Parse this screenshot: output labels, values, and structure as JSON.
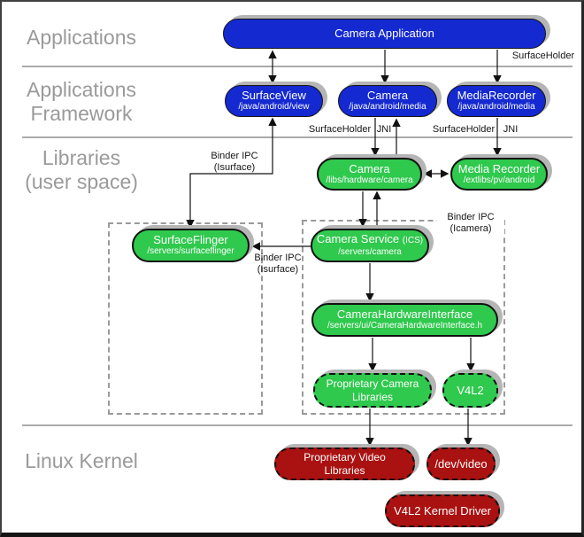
{
  "colors": {
    "node_blue": "#1429d0",
    "node_green": "#2fc94d",
    "node_red": "#aa1111",
    "shadow": "#b5b5b5",
    "divider": "#ababab",
    "layer_label": "#9a9a9a"
  },
  "layers": {
    "applications": {
      "label": "Applications"
    },
    "framework": {
      "line1": "Applications",
      "line2": "Framework"
    },
    "libraries": {
      "line1": "Libraries",
      "line2": "(user space)"
    },
    "kernel": {
      "label": "Linux Kernel"
    }
  },
  "nodes": {
    "camera_application": {
      "title": "Camera Application"
    },
    "surface_view": {
      "title": "SurfaceView",
      "subtitle": "/java/android/view"
    },
    "camera_java": {
      "title": "Camera",
      "subtitle": "/java/android/media"
    },
    "media_recorder_java": {
      "title": "MediaRecorder",
      "subtitle": "/java/android/media"
    },
    "camera_hal": {
      "title": "Camera",
      "subtitle": "/libs/hardware/camera"
    },
    "media_recorder_lib": {
      "title": "Media Recorder",
      "subtitle": "/extlibs/pv/android"
    },
    "surface_flinger": {
      "title": "SurfaceFlinger",
      "subtitle": "/servers/surfaceflinger"
    },
    "camera_service": {
      "title": "Camera Service ",
      "title_suffix": "(ICS)",
      "subtitle": "/servers/camera"
    },
    "camera_hardware_interface": {
      "title": "CameraHardwareInterface",
      "subtitle": "/servers/ui/CameraHardwareInterface.h"
    },
    "proprietary_camera_libraries": {
      "title": "Proprietary Camera Libraries"
    },
    "v4l2": {
      "title": "V4L2"
    },
    "proprietary_video_libraries": {
      "title": "Proprietary Video Libraries"
    },
    "dev_video": {
      "title": "/dev/video"
    },
    "v4l2_kernel_driver": {
      "title": "V4L2 Kernel Driver"
    }
  },
  "edge_labels": {
    "surfaceholder_top": "SurfaceHolder",
    "surfaceholder_camera": "SurfaceHolder",
    "jni_camera": "JNI",
    "surfaceholder_mr": "SurfaceHolder",
    "jni_mr": "JNI",
    "binder_isurface_top": {
      "line1": "Binder IPC",
      "line2": "(Isurface)"
    },
    "binder_icamera": {
      "line1": "Binder IPC",
      "line2": "(Icamera)"
    },
    "binder_isurface_mid": {
      "line1": "Binder IPC",
      "line2": "(Isurface)"
    }
  }
}
